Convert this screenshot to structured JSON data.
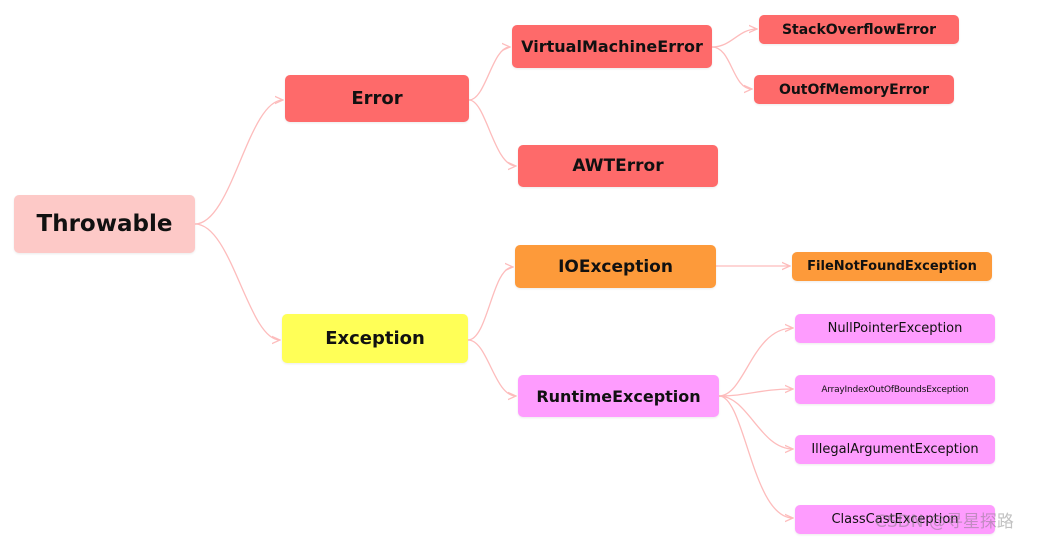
{
  "diagram": {
    "colors": {
      "root": "#fdc9c7",
      "error": "#fe6a6a",
      "exception": "#ffff57",
      "io": "#fd9a3a",
      "runtime": "#fe9cfe",
      "connector": "#fdbcbc"
    },
    "nodes": {
      "throwable": "Throwable",
      "error": "Error",
      "exception": "Exception",
      "virtual_machine_error": "VirtualMachineError",
      "awt_error": "AWTError",
      "stack_overflow_error": "StackOverflowError",
      "out_of_memory_error": "OutOfMemoryError",
      "io_exception": "IOException",
      "runtime_exception": "RuntimeException",
      "file_not_found_exception": "FileNotFoundException",
      "null_pointer_exception": "NullPointerException",
      "array_index_out_of_bounds_exception": "ArrayIndexOutOfBoundsException",
      "illegal_argument_exception": "IllegalArgumentException",
      "class_cast_exception": "ClassCastException"
    },
    "watermark": "CSDN @寻星探路"
  }
}
